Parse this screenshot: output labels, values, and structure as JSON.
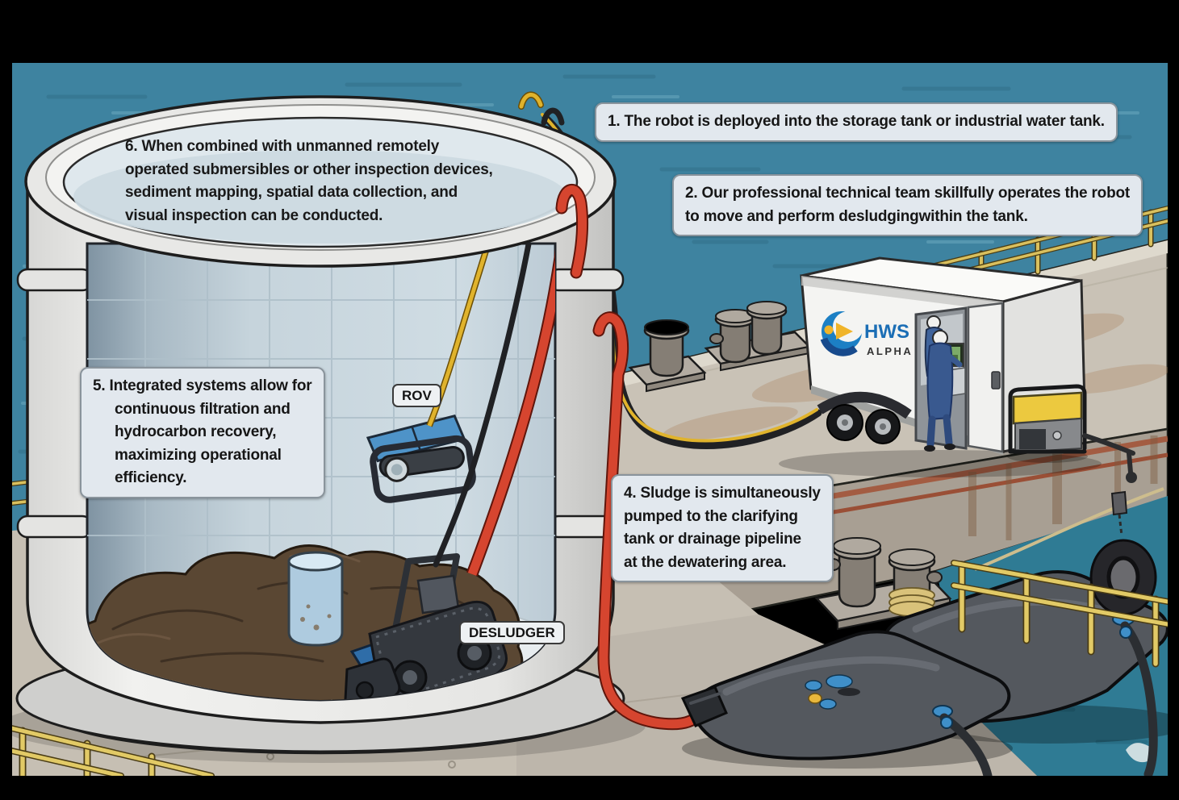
{
  "callouts": {
    "step1": {
      "text": "1. The robot is deployed into the storage tank or industrial water tank."
    },
    "step2": {
      "lines": [
        "2. Our professional technical team skillfully operates the robot",
        "to move and perform desludgingwithin the tank."
      ]
    },
    "step4": {
      "lines": [
        "4. Sludge is simultaneously",
        "pumped to the clarifying",
        "tank or drainage pipeline",
        "at the dewatering area."
      ]
    },
    "step5": {
      "lines": [
        "5. Integrated systems allow for",
        "continuous filtration and",
        "hydrocarbon recovery,",
        "maximizing operational",
        "efficiency."
      ]
    },
    "step6": {
      "lines": [
        "6. When combined with unmanned remotely",
        "operated submersibles or other inspection devices,",
        "sediment mapping, spatial data collection, and",
        "visual inspection can be conducted."
      ]
    }
  },
  "equipment_labels": {
    "rov": "ROV",
    "desludger": "DESLUDGER"
  },
  "trailer": {
    "brand": "HWS",
    "model": "ALPHA"
  },
  "colors": {
    "sea": "#3e83a0",
    "dock_concrete": "#c9c2b6",
    "callout_bg": "#e2e8ee",
    "hose_red": "#d6452f",
    "cable_yellow": "#e0b32c",
    "cable_black": "#202124",
    "railing_yellow": "#e2ca66",
    "brand_blue": "#1b6eb5",
    "brand_yellow": "#f0b429",
    "sludge_brown": "#5a4733",
    "bag_gray": "#54585e",
    "tank_white": "#e9e9e7"
  }
}
